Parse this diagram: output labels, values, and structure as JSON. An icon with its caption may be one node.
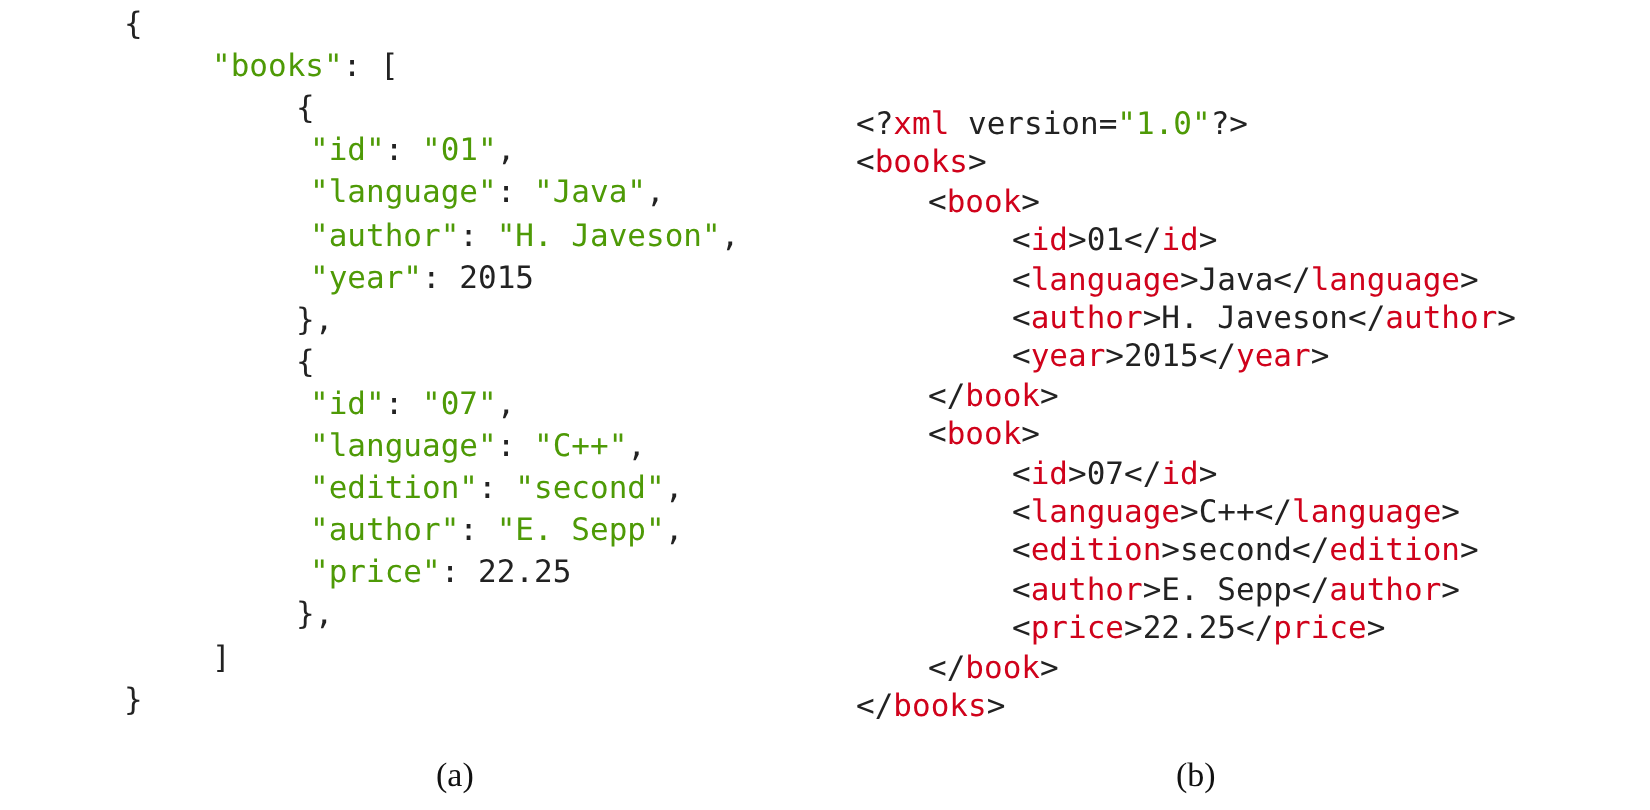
{
  "diagram": {
    "labels": [
      "{",
      "\"books\": [",
      "{",
      "\"id\": \"01\",",
      "\"language\": \"Java\",",
      "\"author\": \"H. Javeson\",",
      "\"year\": 2015",
      "},",
      "{",
      "\"id\": \"07\",",
      "\"language\": \"C++\",",
      "\"edition\": \"second\",",
      "\"author\": \"E. Sepp\",",
      "\"price\": 22.25",
      "},",
      "]",
      "}",
      "<?xml version=\"1.0\"?>",
      "<books>",
      "<book>",
      "<id>01</id>",
      "<language>Java</language>",
      "<author>H. Javeson</author>",
      "<year>2015</year>",
      "</book>",
      "<book>",
      "<id>07</id>",
      "<language>C++</language>",
      "<edition>second</edition>",
      "<author>E. Sepp</author>",
      "<price>22.25</price>",
      "</book>",
      "</books>",
      "(a)",
      "(b)"
    ]
  }
}
